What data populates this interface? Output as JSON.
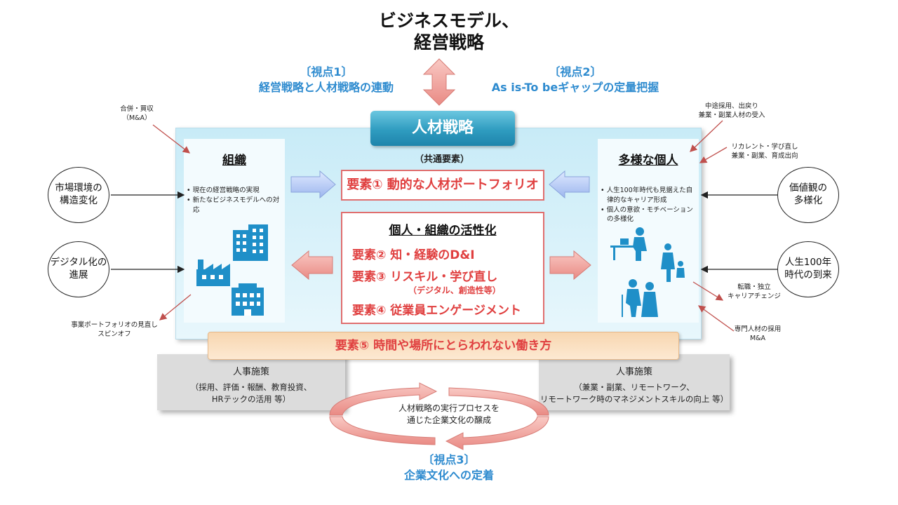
{
  "title": {
    "line1": "ビジネスモデル、",
    "line2": "経営戦略"
  },
  "viewpoints": [
    {
      "label": "〔視点1〕",
      "text": "経営戦略と人材戦略の連動"
    },
    {
      "label": "〔視点2〕",
      "text": "As is-To beギャップの定量把握"
    },
    {
      "label": "〔視点3〕",
      "text": "企業文化への定着"
    }
  ],
  "hr_strategy": "人材戦略",
  "common_elements": "（共通要素）",
  "organization": {
    "title": "組織",
    "bullets": [
      "現在の経営戦略の実現",
      "新たなビジネスモデルへの対応"
    ]
  },
  "individual": {
    "title": "多様な個人",
    "bullets": [
      "人生100年時代も見据えた自律的なキャリア形成",
      "個人の意欲・モチベーションの多様化"
    ]
  },
  "element1": "要素①  動的な人材ポートフォリオ",
  "activation": {
    "title": "個人・組織の活性化",
    "element2": "要素②  知・経験のD&I",
    "element3": "要素③  リスキル・学び直し",
    "element3_sub": "（デジタル、創造性等）",
    "element4": "要素④  従業員エンゲージメント"
  },
  "element5": "要素⑤  時間や場所にとらわれない働き方",
  "hr_measures_left": {
    "title": "人事施策",
    "line1": "（採用、評価・報酬、教育投資、",
    "line2": "HRテックの活用 等）"
  },
  "hr_measures_right": {
    "title": "人事施策",
    "line1": "（兼業・副業、リモートワーク、",
    "line2": "リモートワーク時のマネジメントスキルの向上 等）"
  },
  "culture_cycle": {
    "line1": "人材戦略の実行プロセスを",
    "line2": "通じた企業文化の醸成"
  },
  "circles": {
    "market": {
      "line1": "市場環境の",
      "line2": "構造変化"
    },
    "digital": {
      "line1": "デジタル化の",
      "line2": "進展"
    },
    "values": {
      "line1": "価値観の",
      "line2": "多様化"
    },
    "life100": {
      "line1": "人生100年",
      "line2": "時代の到来"
    }
  },
  "notes": {
    "ma": {
      "line1": "合併・買収",
      "line2": "（M&A）"
    },
    "portfolio": {
      "line1": "事業ポートフォリオの見直し",
      "line2": "スピンオフ"
    },
    "midcareer": {
      "line1": "中途採用、出戻り",
      "line2": "兼業・副業人材の受入"
    },
    "recurrent": {
      "line1": "リカレント・学び直し",
      "line2": "兼業・副業、育成出向"
    },
    "jobchange": {
      "line1": "転職・独立",
      "line2": "キャリアチェンジ"
    },
    "specialist": {
      "line1": "専門人材の採用",
      "line2": "M&A"
    }
  },
  "colors": {
    "accent_blue": "#2e8bcf",
    "element_red": "#e04040",
    "icon_blue": "#1f8fc8",
    "panel_light_blue": "#c8ebf7"
  }
}
